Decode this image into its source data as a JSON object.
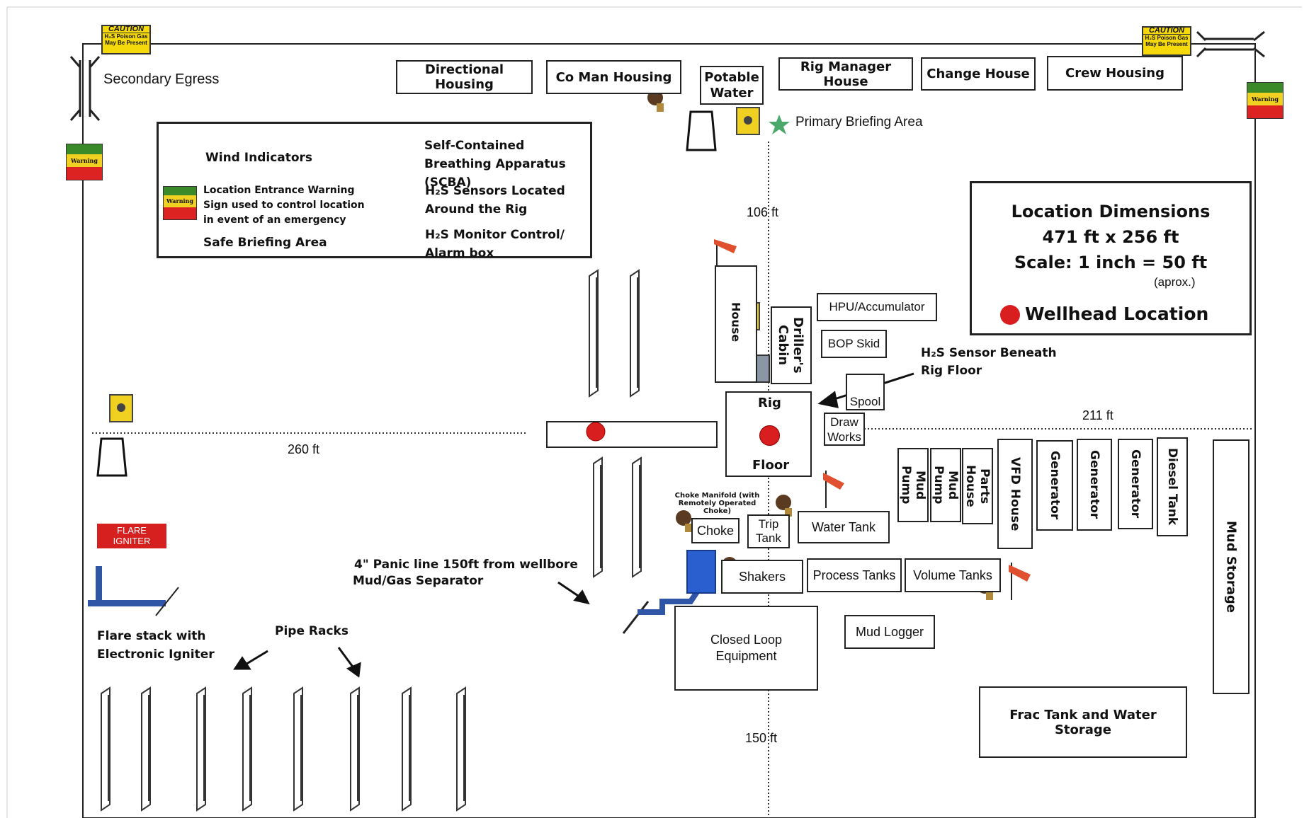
{
  "signs": {
    "caution_title": "CAUTION",
    "caution_text": "H₂S Poison Gas May Be Present",
    "warning_text": "Warning",
    "flare_igniter": "FLARE IGNITER"
  },
  "labels": {
    "secondary_egress": "Secondary Egress",
    "primary_briefing_area": "Primary Briefing Area",
    "h2s_sensor_beneath": "H₂S Sensor Beneath Rig Floor",
    "choke_manifold": "Choke Manifold (with Remotely Operated Choke)",
    "panic_line": "4\" Panic line 150ft from wellbore",
    "mud_gas_separator": "Mud/Gas Separator",
    "flare_stack": "Flare stack with Electronic Igniter",
    "pipe_racks": "Pipe Racks"
  },
  "distances": {
    "d106": "106 ft",
    "d260": "260 ft",
    "d211": "211 ft",
    "d150": "150 ft"
  },
  "legend": {
    "wind": "Wind Indicators",
    "entrance_warning": "Location Entrance Warning Sign used to control location in event of an emergency",
    "safe_briefing": "Safe Briefing Area",
    "scba": "Self-Contained Breathing Apparatus (SCBA)",
    "h2s_sensors": "H₂S Sensors Located Around the Rig",
    "h2s_monitor": "H₂S Monitor Control/ Alarm box"
  },
  "dimensions": {
    "title": "Location Dimensions",
    "size": "471 ft x 256 ft",
    "scale": "Scale: 1 inch = 50 ft",
    "approx": "(aprox.)",
    "wellhead": "Wellhead Location"
  },
  "buildings": {
    "directional_housing": "Directional Housing",
    "co_man_housing": "Co Man Housing",
    "potable_water": "Potable Water",
    "rig_manager_house": "Rig Manager House",
    "change_house": "Change House",
    "crew_housing": "Crew Housing",
    "house": "House",
    "drillers_cabin": "Driller's Cabin",
    "hpu_accumulator": "HPU/Accumulator",
    "bop_skid": "BOP Skid",
    "spool": "Spool",
    "draw_works": "Draw Works",
    "rig": "Rig",
    "floor": "Floor",
    "mud_pump_1": "Mud Pump",
    "mud_pump_2": "Mud Pump",
    "parts_house": "Parts House",
    "vfd_house": "VFD House",
    "generator_1": "Generator",
    "generator_2": "Generator",
    "generator_3": "Generator",
    "diesel_tank": "Diesel Tank",
    "mud_storage": "Mud Storage",
    "choke": "Choke",
    "trip_tank": "Trip Tank",
    "water_tank": "Water Tank",
    "shakers": "Shakers",
    "process_tanks": "Process Tanks",
    "volume_tanks": "Volume Tanks",
    "closed_loop": "Closed Loop Equipment",
    "mud_logger": "Mud Logger",
    "frac_tank": "Frac Tank and Water Storage"
  },
  "colors": {
    "wellhead": "#d81e1e",
    "wind_sock": "#e0502e",
    "star": "#4aa86a",
    "flare_stack": "#2f55a6",
    "separator": "#2a5fd0"
  },
  "icons": [
    "wind-sock-icon",
    "warning-sign-icon",
    "briefing-sign-icon",
    "scba-icon",
    "h2s-sensor-icon",
    "alarm-box-icon",
    "star-icon",
    "gate-icon",
    "pipe-rack-icon",
    "arrow-icon"
  ]
}
